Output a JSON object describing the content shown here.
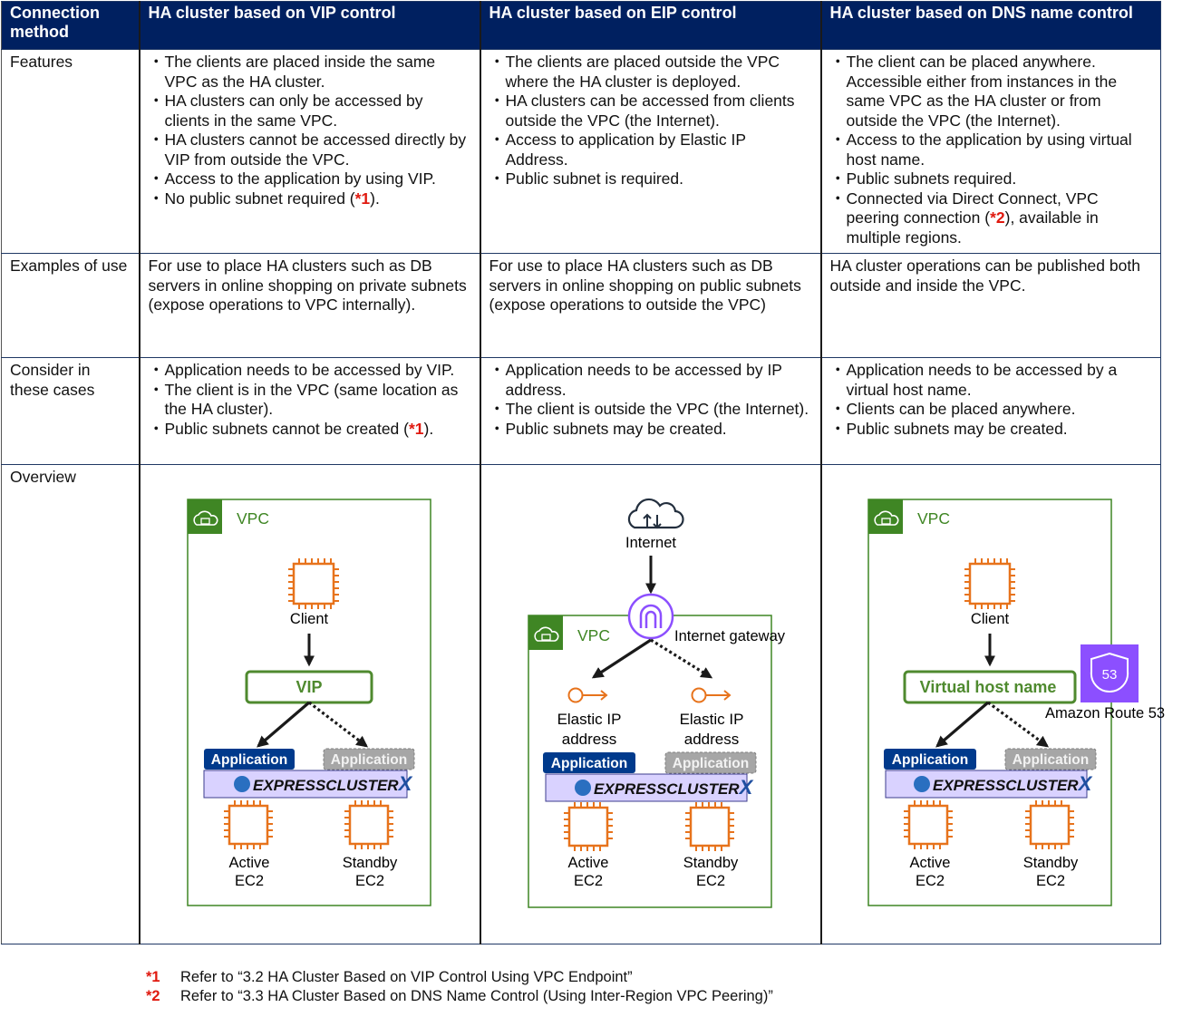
{
  "table": {
    "headers": [
      "Connection method",
      "HA cluster based on VIP control",
      "HA cluster based on EIP control",
      "HA cluster based on DNS name control"
    ],
    "row_labels": {
      "features": "Features",
      "examples": "Examples of use",
      "consider": "Consider in these cases",
      "overview": "Overview"
    },
    "vip": {
      "features": [
        "The clients are placed inside the same VPC as the HA cluster.",
        "HA clusters can only be accessed by clients in the same VPC.",
        "HA clusters cannot be accessed directly by VIP from outside the VPC.",
        "Access to the application by using VIP.",
        "No public subnet required ("
      ],
      "features_ref": "*1",
      "features_ref_tail": ").",
      "examples": "For use to place HA clusters such as DB servers in online shopping on private subnets (expose operations to VPC internally).",
      "consider": [
        "Application needs to be accessed by VIP.",
        "The client is in the VPC (same location as the HA cluster).",
        "Public subnets cannot be created ("
      ],
      "consider_ref": "*1",
      "consider_ref_tail": ")."
    },
    "eip": {
      "features": [
        "The clients are placed outside the VPC where the HA cluster is deployed.",
        "HA clusters can be accessed from clients outside the VPC (the Internet).",
        "Access to application by Elastic IP Address.",
        "Public subnet is required."
      ],
      "examples": "For use to place HA clusters such as DB servers in online shopping on public subnets (expose operations to outside the VPC)",
      "consider": [
        "Application needs to be accessed by IP address.",
        "The client is outside the VPC (the Internet).",
        "Public subnets may be created."
      ]
    },
    "dns": {
      "features": [
        "The client can be placed anywhere. Accessible either from instances in the same VPC as the HA cluster or from outside the VPC (the Internet).",
        "Access to the application by using virtual host name.",
        "Public subnets required.",
        "Connected via Direct Connect, VPC peering connection ("
      ],
      "features_ref": "*2",
      "features_ref_tail": "), available in multiple regions.",
      "examples": "HA cluster operations can be published both outside and inside the VPC.",
      "consider": [
        "Application needs to be accessed by a virtual host name.",
        "Clients can be placed anywhere.",
        "Public subnets may be created."
      ]
    }
  },
  "diagram": {
    "vpc_label": "VPC",
    "client_label": "Client",
    "vip_label": "VIP",
    "virtual_host_label": "Virtual host name",
    "internet_label": "Internet",
    "igw_label": "Internet gateway",
    "eip_label_line1": "Elastic IP",
    "eip_label_line2": "address",
    "route53_label": "Amazon Route 53",
    "route53_badge": "53",
    "app_label": "Application",
    "product_label": "EXPRESSCLUSTER",
    "product_suffix": "X",
    "active_line1": "Active",
    "standby_line1": "Standby",
    "ec2_line2": "EC2"
  },
  "notes": [
    {
      "mark": "*1",
      "text": "Refer to “3.2 HA Cluster Based on VIP Control Using VPC Endpoint”"
    },
    {
      "mark": "*2",
      "text": "Refer to “3.3 HA Cluster Based on DNS Name Control (Using Inter-Region VPC Peering)”"
    }
  ],
  "colors": {
    "header_bg": "#002060",
    "vpc_green": "#3f8624",
    "aws_orange": "#e7731c",
    "igw_purple": "#8c4fff",
    "route53_purple": "#8c4fff",
    "app_active": "#003a8c",
    "app_standby": "#a6a6a6",
    "product_bar": "#d9d2ff",
    "note_red": "#e0190f"
  }
}
